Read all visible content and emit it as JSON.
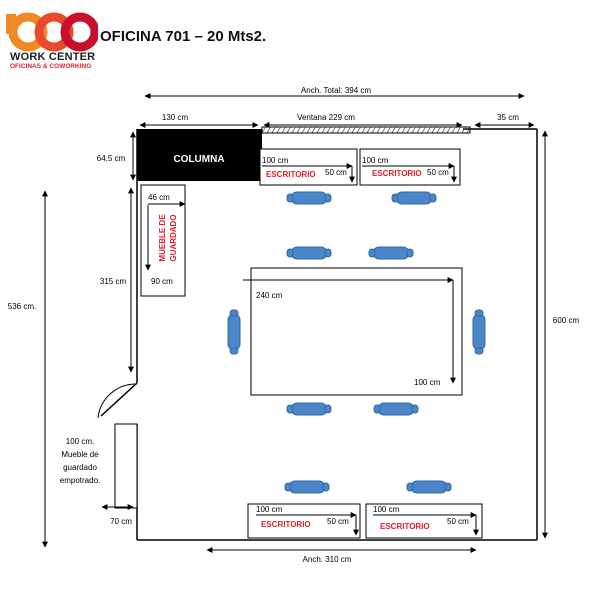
{
  "header": {
    "brand_name": "WORK CENTER",
    "brand_tagline": "OFICINAS & COWORKING",
    "title": "OFICINA 701 – 20 Mts2."
  },
  "plan": {
    "dims": {
      "total_width": "Anch. Total: 394 cm",
      "bottom_width": "Anch. 310 cm",
      "col_width": "130 cm",
      "window": "Ventana 229 cm",
      "right_gap": "35 cm",
      "col_height": "64.5 cm",
      "height_right": "600 cm",
      "height_left": "536 cm.",
      "cabinet_height": "315 cm",
      "door_width": "70 cm",
      "built_in_note": [
        "100 cm.",
        "Mueble de",
        "guardado",
        "empotrado."
      ]
    },
    "column_label": "COLUMNA",
    "cabinet": {
      "label_lines": [
        "MUEBLE DE",
        "GUARDADO"
      ],
      "top": "46 cm",
      "bottom": "90 cm"
    },
    "desks": [
      {
        "label": "ESCRITORIO",
        "w": "100 cm",
        "d": "50 cm"
      },
      {
        "label": "ESCRITORIO",
        "w": "100 cm",
        "d": "50 cm"
      },
      {
        "label": "ESCRITORIO",
        "w": "100 cm",
        "d": "50 cm"
      },
      {
        "label": "ESCRITORIO",
        "w": "100 cm",
        "d": "50 cm"
      }
    ],
    "table": {
      "length": "240 cm",
      "width": "100 cm"
    }
  },
  "colors": {
    "accent_red": "#e0202c",
    "chair_blue": "#4a86c8",
    "column_fill": "#000000"
  }
}
